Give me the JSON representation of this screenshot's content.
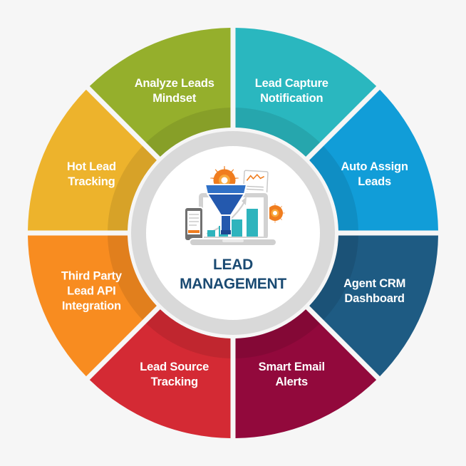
{
  "background_color": "#f6f6f6",
  "wheel": {
    "segments": [
      {
        "label": "Lead Capture Notification",
        "lines": [
          "Lead Capture",
          "Notification"
        ],
        "color": "#2ab7bf"
      },
      {
        "label": "Auto Assign Leads",
        "lines": [
          "Auto Assign",
          "Leads"
        ],
        "color": "#119dd8"
      },
      {
        "label": "Agent CRM Dashboard",
        "lines": [
          "Agent CRM",
          "Dashboard"
        ],
        "color": "#1e5b83"
      },
      {
        "label": "Smart Email Alerts",
        "lines": [
          "Smart Email",
          "Alerts"
        ],
        "color": "#92093c"
      },
      {
        "label": "Lead Source Tracking",
        "lines": [
          "Lead Source",
          "Tracking"
        ],
        "color": "#d42a34"
      },
      {
        "label": "Third Party Lead API Integration",
        "lines": [
          "Third Party",
          "Lead API",
          "Integration"
        ],
        "color": "#f88c20"
      },
      {
        "label": "Hot Lead Tracking",
        "lines": [
          "Hot Lead",
          "Tracking"
        ],
        "color": "#edb32c"
      },
      {
        "label": "Analyze Leads Mindset",
        "lines": [
          "Analyze Leads",
          "Mindset"
        ],
        "color": "#95af2c"
      }
    ],
    "label_text_color": "#ffffff",
    "inner_shadow_color": "rgba(0,0,0,0.09)"
  },
  "center": {
    "title_lines": [
      "LEAD",
      "MANAGEMENT"
    ],
    "title_color": "#1a4a72",
    "circle_color": "#ffffff",
    "ring_color": "#d9d9d9",
    "illustration": {
      "icons": [
        "gear-icon",
        "funnel-icon",
        "document-chart-icon",
        "laptop-icon",
        "bar-chart-icon",
        "growth-arrow-icon",
        "phone-icon"
      ],
      "colors": {
        "gear_orange": "#f07d1e",
        "gear_inner": "#f9a83a",
        "funnel_blue": "#3071c7",
        "funnel_dark_blue": "#2459ae",
        "funnel_tip_blue": "#1c4791",
        "bar_teal": "#2eb4bd",
        "device_gray": "#d2d2d2",
        "base_gray": "#cfcfcf",
        "phone_gray": "#707070",
        "line_gray": "#bdbdbd",
        "arrow_gray": "#cfcfcf"
      }
    }
  }
}
